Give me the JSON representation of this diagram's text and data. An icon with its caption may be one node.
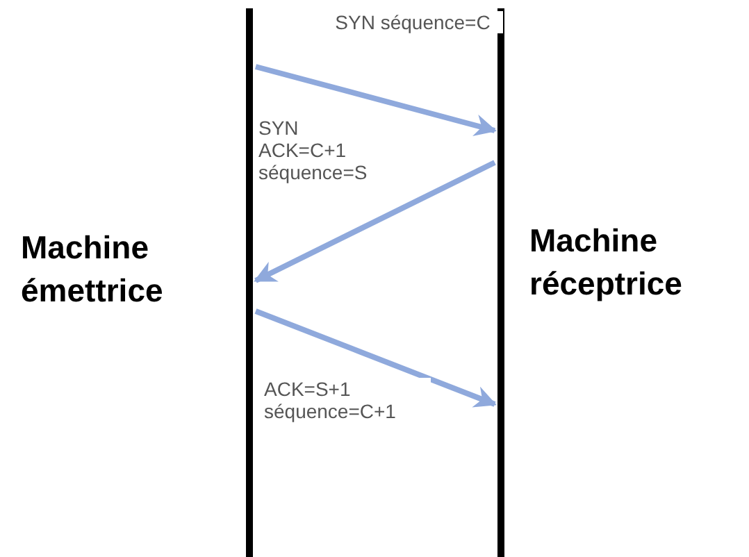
{
  "diagram": {
    "nodes": [
      {
        "text": [
          "Machine émettrice"
        ]
      },
      {
        "text": [
          "Machine réceptrice"
        ]
      }
    ],
    "edges": [
      {
        "from": 0,
        "to": 1,
        "arrow": "to",
        "label": "SYN séquence=C"
      },
      {
        "from": 1,
        "to": 0,
        "arrow": "to",
        "label": "SYN ACK=C+1 séquence=S"
      },
      {
        "from": 0,
        "to": 1,
        "arrow": "to",
        "label": "ACK=S+1 séquence=C+1"
      }
    ]
  }
}
